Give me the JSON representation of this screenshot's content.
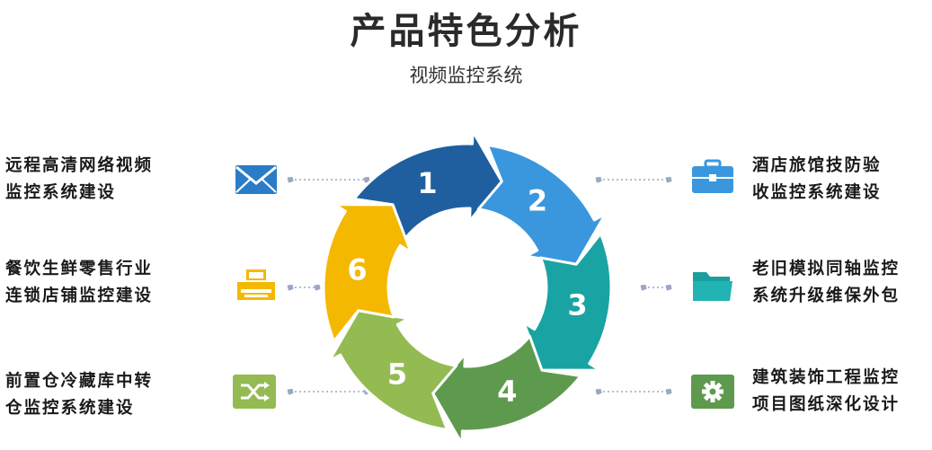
{
  "title": "产品特色分析",
  "subtitle": "视频监控系统",
  "steps": [
    {
      "num": "1",
      "color": "#1f5fa0"
    },
    {
      "num": "2",
      "color": "#3a97de"
    },
    {
      "num": "3",
      "color": "#1aa3a3"
    },
    {
      "num": "4",
      "color": "#5e9a4e"
    },
    {
      "num": "5",
      "color": "#93bb52"
    },
    {
      "num": "6",
      "color": "#f5b800"
    }
  ],
  "items": {
    "left_top": {
      "line1": "远程高清网络视频",
      "line2": "监控系统建设",
      "icon": "mail-icon"
    },
    "left_mid": {
      "line1": "餐饮生鲜零售行业",
      "line2": "连锁店铺监控建设",
      "icon": "printer-icon"
    },
    "left_bottom": {
      "line1": "前置仓冷藏库中转",
      "line2": "仓监控系统建设",
      "icon": "shuffle-icon"
    },
    "right_top": {
      "line1": "酒店旅馆技防验",
      "line2": "收监控系统建设",
      "icon": "briefcase-icon"
    },
    "right_mid": {
      "line1": "老旧模拟同轴监控",
      "line2": "系统升级维保外包",
      "icon": "folder-icon"
    },
    "right_bottom": {
      "line1": "建筑装饰工程监控",
      "line2": "项目图纸深化设计",
      "icon": "gear-icon"
    }
  },
  "colors": {
    "blue_dark": "#1f5fa0",
    "blue_light": "#3a97de",
    "teal": "#1aa3a3",
    "green_dark": "#5e9a4e",
    "green_light": "#93bb52",
    "yellow": "#f5b800",
    "connector": "#9aa8c4"
  }
}
